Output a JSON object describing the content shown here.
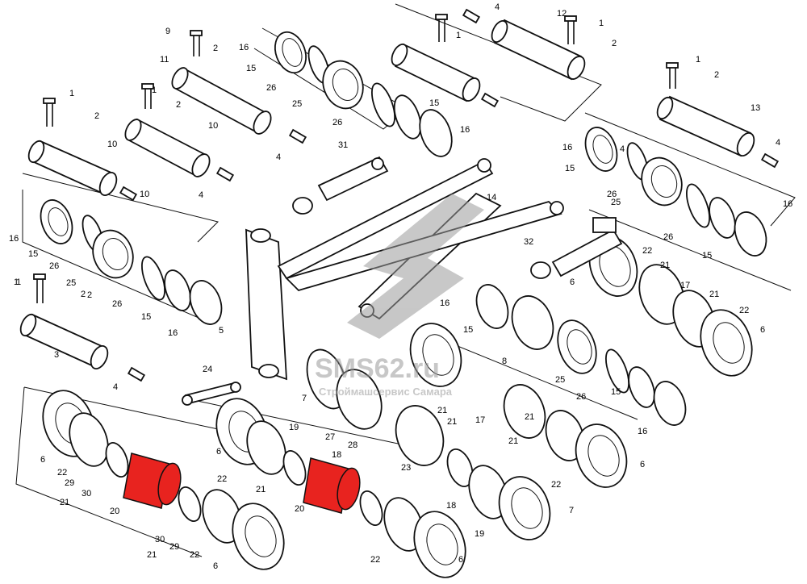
{
  "watermark": {
    "brand": "SMS62.ru",
    "tagline": "Строймашсервис Самара",
    "color": "#9a9a9a"
  },
  "highlight_color": "#e8231f",
  "callouts": [
    {
      "t": "9"
    },
    {
      "t": "2"
    },
    {
      "t": "16"
    },
    {
      "t": "15"
    },
    {
      "t": "11"
    },
    {
      "t": "1"
    },
    {
      "t": "4"
    },
    {
      "t": "12"
    },
    {
      "t": "1"
    },
    {
      "t": "2"
    },
    {
      "t": "1"
    },
    {
      "t": "2"
    },
    {
      "t": "10"
    },
    {
      "t": "4"
    },
    {
      "t": "26"
    },
    {
      "t": "25"
    },
    {
      "t": "1"
    },
    {
      "t": "2"
    },
    {
      "t": "13"
    },
    {
      "t": "1"
    },
    {
      "t": "2"
    },
    {
      "t": "10"
    },
    {
      "t": "26"
    },
    {
      "t": "15"
    },
    {
      "t": "16"
    },
    {
      "t": "1"
    },
    {
      "t": "2"
    },
    {
      "t": "10"
    },
    {
      "t": "4"
    },
    {
      "t": "31"
    },
    {
      "t": "16"
    },
    {
      "t": "4"
    },
    {
      "t": "15"
    },
    {
      "t": "4"
    },
    {
      "t": "26"
    },
    {
      "t": "25"
    },
    {
      "t": "16"
    },
    {
      "t": "16"
    },
    {
      "t": "15"
    },
    {
      "t": "26"
    },
    {
      "t": "14"
    },
    {
      "t": "26"
    },
    {
      "t": "15"
    },
    {
      "t": "25"
    },
    {
      "t": "1"
    },
    {
      "t": "2"
    },
    {
      "t": "26"
    },
    {
      "t": "15"
    },
    {
      "t": "16"
    },
    {
      "t": "32"
    },
    {
      "t": "22"
    },
    {
      "t": "21"
    },
    {
      "t": "5"
    },
    {
      "t": "6"
    },
    {
      "t": "17"
    },
    {
      "t": "3"
    },
    {
      "t": "16"
    },
    {
      "t": "21"
    },
    {
      "t": "22"
    },
    {
      "t": "6"
    },
    {
      "t": "15"
    },
    {
      "t": "8"
    },
    {
      "t": "25"
    },
    {
      "t": "4"
    },
    {
      "t": "24"
    },
    {
      "t": "7"
    },
    {
      "t": "21"
    },
    {
      "t": "26"
    },
    {
      "t": "15"
    },
    {
      "t": "16"
    },
    {
      "t": "6"
    },
    {
      "t": "22"
    },
    {
      "t": "29"
    },
    {
      "t": "30"
    },
    {
      "t": "21"
    },
    {
      "t": "20"
    },
    {
      "t": "19"
    },
    {
      "t": "27"
    },
    {
      "t": "28"
    },
    {
      "t": "18"
    },
    {
      "t": "17"
    },
    {
      "t": "21"
    },
    {
      "t": "22"
    },
    {
      "t": "6"
    },
    {
      "t": "6"
    },
    {
      "t": "22"
    },
    {
      "t": "21"
    },
    {
      "t": "23"
    },
    {
      "t": "20"
    },
    {
      "t": "30"
    },
    {
      "t": "29"
    },
    {
      "t": "21"
    },
    {
      "t": "22"
    },
    {
      "t": "6"
    },
    {
      "t": "18"
    },
    {
      "t": "19"
    },
    {
      "t": "21"
    },
    {
      "t": "7"
    },
    {
      "t": "22"
    },
    {
      "t": "6"
    },
    {
      "t": "21"
    }
  ]
}
